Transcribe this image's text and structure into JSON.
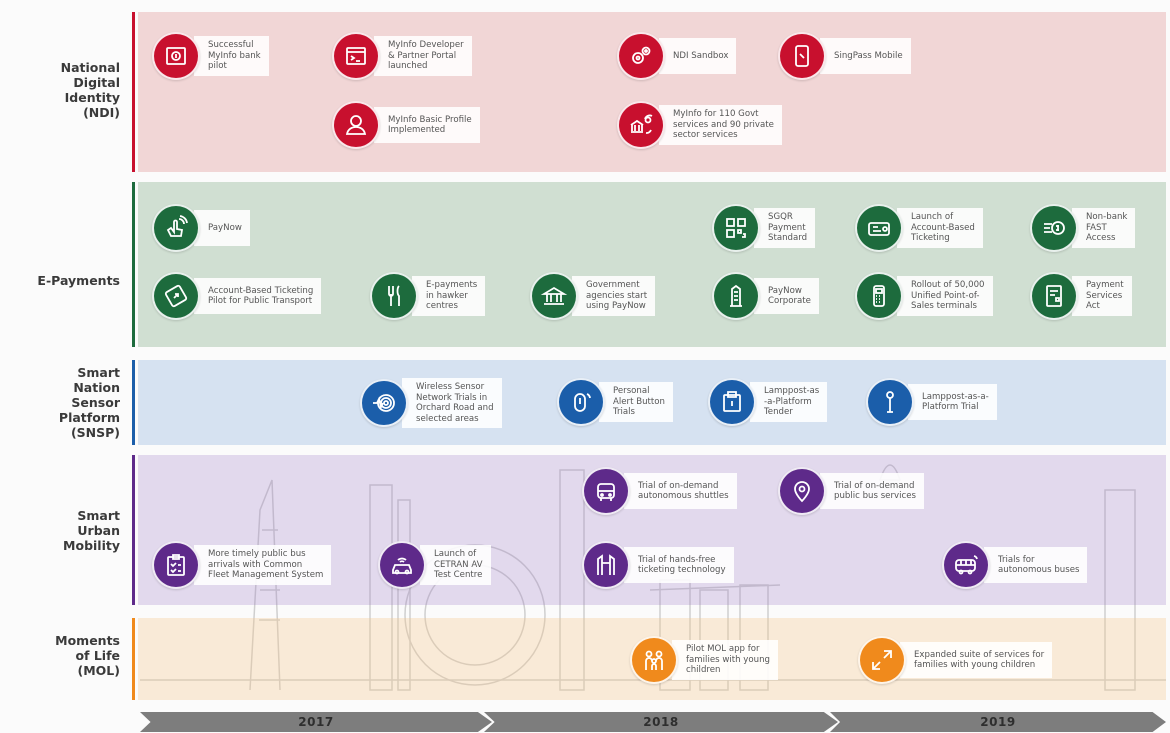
{
  "rows": [
    {
      "label": "National\nDigital\nIdentity\n(NDI)",
      "color": "#c8102e",
      "band_color": "#f3dcdc"
    },
    {
      "label": "E-Payments",
      "color": "#1d6b3d",
      "band_color": "#dce8de"
    },
    {
      "label": "Smart\nNation\nSensor\nPlatform\n(SNSP)",
      "color": "#1b5eaa",
      "band_color": "#dde8f5"
    },
    {
      "label": "Smart\nUrban\nMobility",
      "color": "#5e2a8a",
      "band_color": "#e5def0"
    },
    {
      "label": "Moments\nof Life\n(MOL)",
      "color": "#f08a1c",
      "band_color": "#fbeeda"
    }
  ],
  "ndi": [
    {
      "text": "Successful\nMyInfo bank\npilot",
      "icon": "safe-icon"
    },
    {
      "text": "MyInfo Developer\n& Partner Portal\nlaunched",
      "icon": "terminal-icon"
    },
    {
      "text": "MyInfo Basic Profile\nImplemented",
      "icon": "user-icon"
    },
    {
      "text": "NDI Sandbox",
      "icon": "gears-icon"
    },
    {
      "text": "SingPass Mobile",
      "icon": "smartphone-icon"
    },
    {
      "text": "MyInfo for 110 Govt\nservices and 90 private\nsector services",
      "icon": "government-exchange-icon"
    }
  ],
  "epayments": [
    {
      "text": "PayNow",
      "icon": "tap-hand-icon"
    },
    {
      "text": "Account-Based Ticketing\nPilot for Public Transport",
      "icon": "card-icon"
    },
    {
      "text": "E-payments\nin hawker\ncentres",
      "icon": "fork-knife-icon"
    },
    {
      "text": "Government\nagencies start\nusing PayNow",
      "icon": "government-icon"
    },
    {
      "text": "SGQR\nPayment\nStandard",
      "icon": "qr-code-icon"
    },
    {
      "text": "PayNow\nCorporate",
      "icon": "building-icon"
    },
    {
      "text": "Launch of\nAccount-Based\nTicketing",
      "icon": "ticket-card-icon"
    },
    {
      "text": "Rollout of 50,000\nUnified Point-of-\nSales terminals",
      "icon": "pos-terminal-icon"
    },
    {
      "text": "Non-bank\nFAST\nAccess",
      "icon": "fast-transfer-icon"
    },
    {
      "text": "Payment\nServices\nAct",
      "icon": "document-dollar-icon"
    }
  ],
  "snsp": [
    {
      "text": "Wireless Sensor\nNetwork Trials in\nOrchard Road and\nselected areas",
      "icon": "wireless-sensor-icon"
    },
    {
      "text": "Personal\nAlert Button\nTrials",
      "icon": "alert-button-icon"
    },
    {
      "text": "Lamppost-as\n-a-Platform\nTender",
      "icon": "tender-document-icon"
    },
    {
      "text": "Lamppost-as-a-\nPlatform Trial",
      "icon": "lamppost-icon"
    }
  ],
  "mobility": [
    {
      "text": "More timely public bus\narrivals with Common\nFleet Management System",
      "icon": "clipboard-checklist-icon"
    },
    {
      "text": "Launch of\nCETRAN AV\nTest Centre",
      "icon": "autonomous-car-icon"
    },
    {
      "text": "Trial of on-demand\nautonomous shuttles",
      "icon": "shuttle-bus-icon"
    },
    {
      "text": "Trial of hands-free\nticketing technology",
      "icon": "gantry-icon"
    },
    {
      "text": "Trial of on-demand\npublic bus services",
      "icon": "location-pin-icon"
    },
    {
      "text": "Trials for\nautonomous buses",
      "icon": "autonomous-bus-icon"
    }
  ],
  "mol": [
    {
      "text": "Pilot MOL app for\nfamilies with young\nchildren",
      "icon": "family-icon"
    },
    {
      "text": "Expanded suite of services for\nfamilies with young children",
      "icon": "expand-arrows-icon"
    }
  ],
  "years": [
    "2017",
    "2018",
    "2019"
  ],
  "timeline_color": "#7d7d7d"
}
